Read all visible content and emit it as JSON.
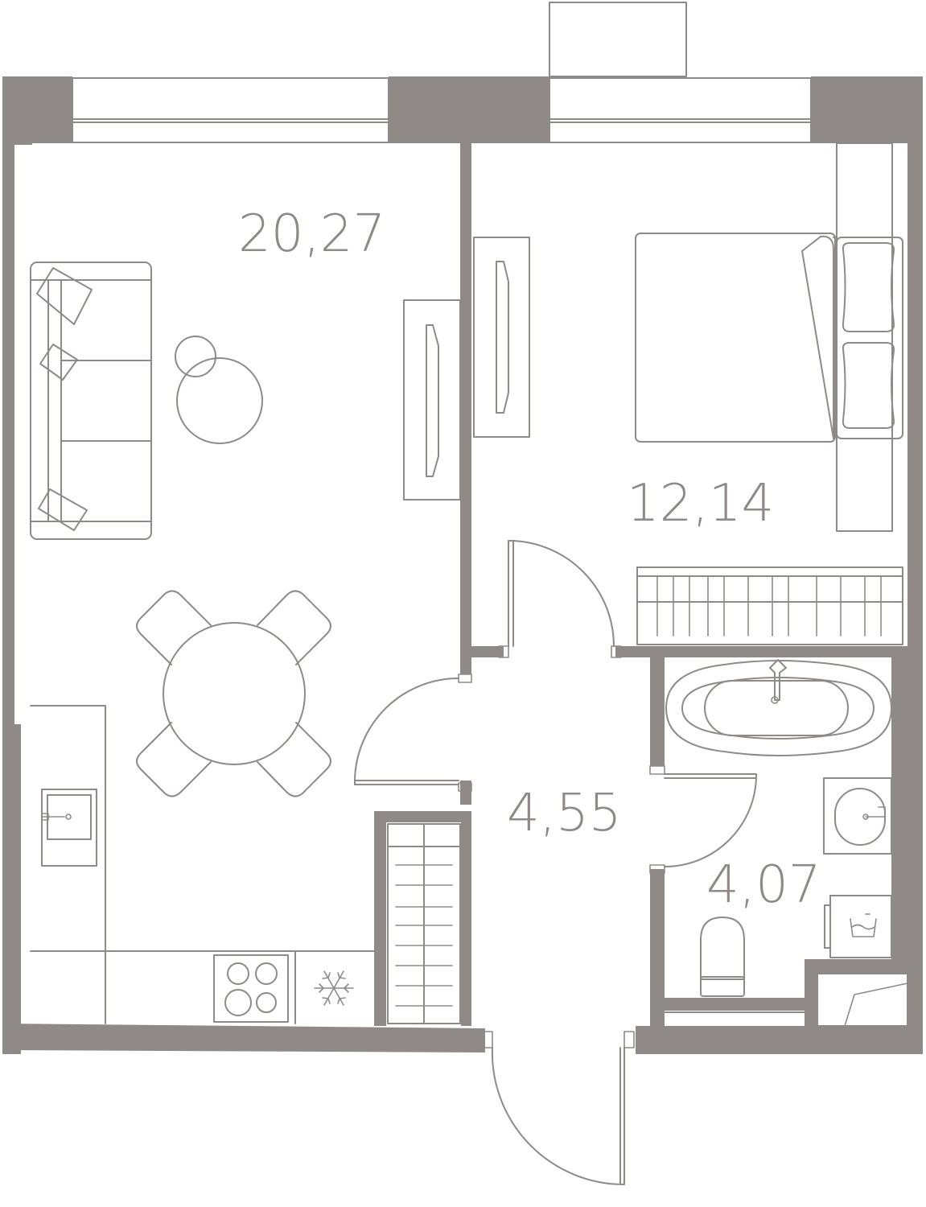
{
  "colors": {
    "wall": "#8f8a88",
    "line": "#8f8a88",
    "background": "#ffffff"
  },
  "rooms": {
    "living_kitchen": {
      "area": "20,27"
    },
    "bedroom": {
      "area": "12,14"
    },
    "hallway": {
      "area": "4,55"
    },
    "bathroom": {
      "area": "4,07"
    }
  },
  "icons": {
    "cooktop": "cooktop-icon",
    "fridge": "snowflake-icon",
    "washing_machine": "washing-machine-icon"
  }
}
